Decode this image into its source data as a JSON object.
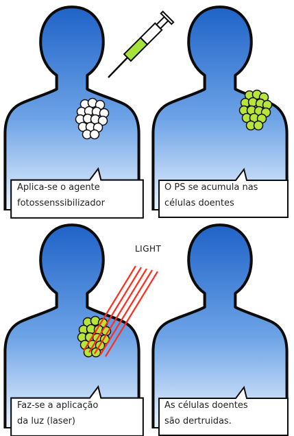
{
  "panels": [
    {
      "caption_line1": "Aplica-se o agente",
      "caption_line2": "fotossenssibilizador"
    },
    {
      "caption_line1": "O PS se acumula nas",
      "caption_line2": "células doentes"
    },
    {
      "caption_line1": "Faz-se a aplicação",
      "caption_line2": "da luz (laser)"
    },
    {
      "caption_line1": "As células doentes",
      "caption_line2": "são dertruidas."
    }
  ],
  "light_label": "LIGHT",
  "colors": {
    "body_top": "#1f63c8",
    "body_bottom": "#d9e8fb",
    "outline": "#0b0b0b",
    "cells_white": "#ffffff",
    "cells_green": "#b7e53a",
    "syringe_green": "#a6e23a",
    "laser_red": "#ff2d1d"
  }
}
